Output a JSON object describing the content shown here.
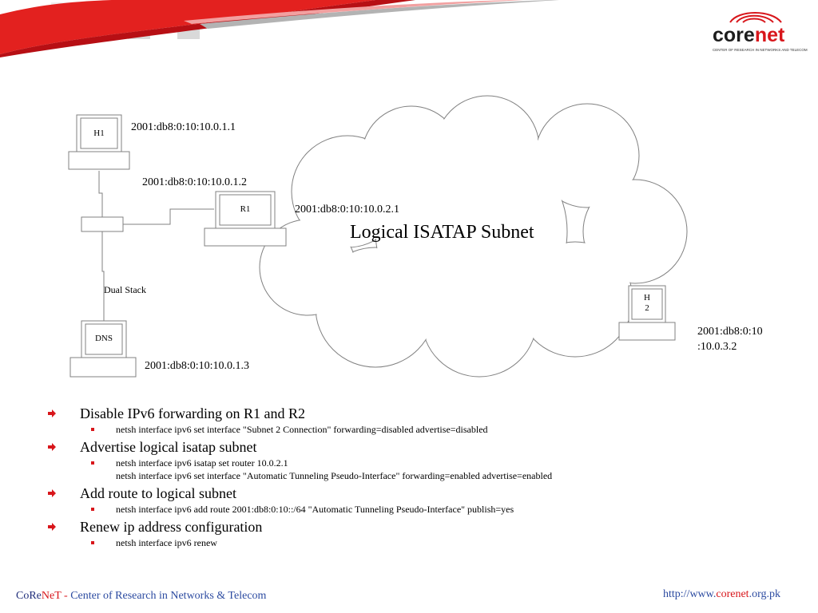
{
  "logo": {
    "word_core": "core",
    "word_net": "net",
    "tagline": "CENTER OF RESEARCH IN NETWORKS AND TELECOM"
  },
  "diagram": {
    "cloud_title": "Logical ISATAP Subnet",
    "nodes": {
      "h1": "H1",
      "r1": "R1",
      "dns": "DNS",
      "h2_line1": "H",
      "h2_line2": "2"
    },
    "addresses": {
      "h1": "2001:db8:0:10:10.0.1.1",
      "r1_lan": "2001:db8:0:10:10.0.1.2",
      "r1_isatap": "2001:db8:0:10:10.0.2.1",
      "dns": "2001:db8:0:10:10.0.1.3",
      "h2_line1": "2001:db8:0:10",
      "h2_line2": ":10.0.3.2"
    },
    "dual_stack": "Dual Stack"
  },
  "bullets": [
    {
      "text": "Disable IPv6 forwarding on R1 and R2",
      "sub": [
        "netsh interface ipv6 set interface \"Subnet 2 Connection\" forwarding=disabled advertise=disabled"
      ]
    },
    {
      "text": "Advertise logical isatap subnet",
      "sub": [
        "netsh interface ipv6 isatap set router 10.0.2.1",
        "netsh interface ipv6 set interface \"Automatic Tunneling Pseudo-Interface\" forwarding=enabled advertise=enabled"
      ]
    },
    {
      "text": "Add route to logical subnet",
      "sub": [
        "netsh interface ipv6 add route 2001:db8:0:10::/64 \"Automatic Tunneling Pseudo-Interface\" publish=yes"
      ]
    },
    {
      "text": "Renew ip address configuration",
      "sub": [
        "netsh interface ipv6 renew"
      ]
    }
  ],
  "footer": {
    "brand_a": "CoRe",
    "brand_b": "NeT",
    "separator": " - ",
    "org": "Center of Research in Networks & Telecom",
    "url_prefix": "http://www.",
    "url_core": "corenet",
    "url_suffix": ".org.pk"
  },
  "colors": {
    "brand_red": "#d8161b",
    "brand_blue": "#2b4aa0",
    "tile_gray": "#d9d9d9"
  }
}
